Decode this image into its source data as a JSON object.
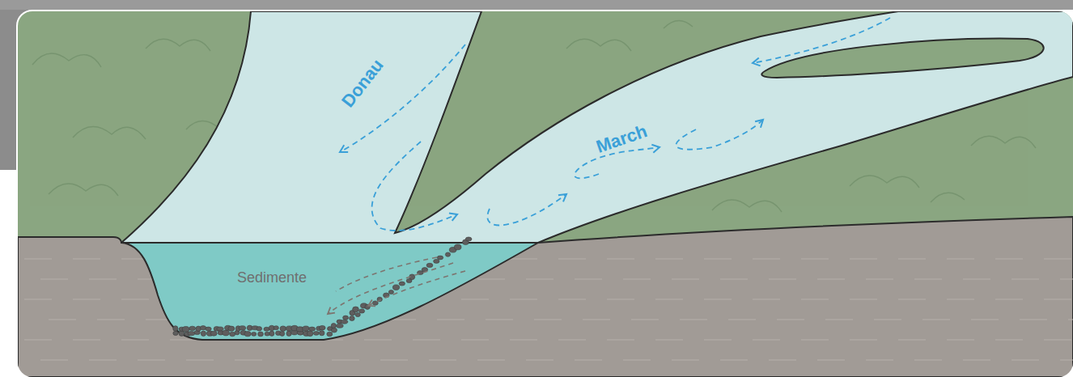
{
  "diagram": {
    "labels": [
      "Donau",
      "March",
      "Sedimente"
    ]
  }
}
